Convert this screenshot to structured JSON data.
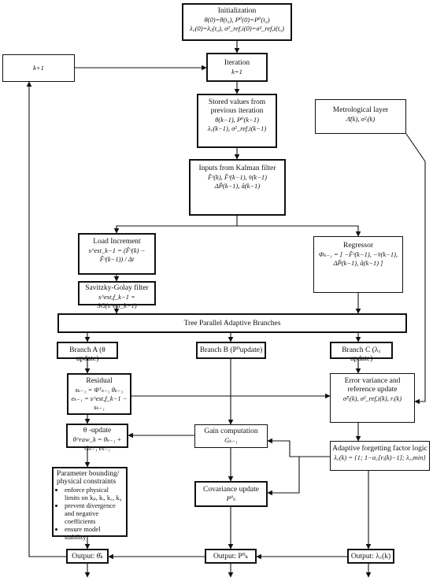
{
  "init": {
    "title": "Initialization",
    "line1": "θ(0)=θ(t₀), P⁰(0)=P⁰(t₀)",
    "line2": "λ꜀(0)=λ꜀(t₀), σ²_ref,i(0)=σ²_ref,i(t₀)"
  },
  "kplus": {
    "label": "k+1"
  },
  "iteration": {
    "title": "Iteration",
    "sub": "k=1"
  },
  "stored": {
    "title": "Stored values from previous iteration",
    "line1": "θ(k−1), P⁰(k−1)",
    "line2": "λ꜀(k−1), σ²_ref,i(k−1)"
  },
  "metro": {
    "title": "Metrological layer",
    "line1": "Λ̄(k), σ²ᵢ(k)"
  },
  "kalman": {
    "title": "Inputs from Kalman filter",
    "line1": "F̂ᶻ(k), F̂ᶻ(k−1), v̂(k−1)",
    "line2": "ΔP̂(k−1), â(k−1)"
  },
  "load": {
    "title": "Load Increment",
    "line1": "s^est_k−1 = (F̂ᶻ(k) − F̂ᶻ(k−1)) / Δt"
  },
  "regressor": {
    "title": "Regressor",
    "line1": "Φₖ₋₁ = [ −F̂ᶻ(k−1), −v̂(k−1), ΔP̂(k−1), â(k−1) ]"
  },
  "sg": {
    "title": "Savitzky-Golay filter",
    "line1": "s^est,f_k−1 = SG(s^est_k−1)"
  },
  "tree": {
    "title": "Tree Parallel Adaptive Branches"
  },
  "branchA": {
    "label": "Branch A (θ update)"
  },
  "branchB": {
    "label": "Branch B (P⁰update)"
  },
  "branchC": {
    "label": "Branch C (λ꜀ update)"
  },
  "residual": {
    "title": "Residual",
    "line1": "sₖ₋₁ = Φᵀₖ₋₁ θₖ₋₁",
    "line2": "eₖ₋₁ = s^est,f_k−1 − sₖ₋₁"
  },
  "errvar": {
    "title": "Error variance and reference update",
    "line1": "σ̂²ᵢ(k), σ²_ref,i(k), rᵢ(k)"
  },
  "theta": {
    "title": "θ -update",
    "line1": "θ^raw_k = θₖ₋₁ + Gₖ₋₁ eₖ₋₁"
  },
  "gain": {
    "title": "Gain computation",
    "line1": "Gₖ₋₁"
  },
  "forget": {
    "title": "Adaptive forgetting factor logic",
    "line1": "λ꜀(k) = {1; 1−α꜀[rᵢ(k)−1]; λ꜀,min}"
  },
  "bound": {
    "title": "Parameter bounding/ physical constraints",
    "bullets": [
      "enforce physical limits on kₚ, kᵢ, k꜀, k₀",
      "prevent divergence and negative coefficients",
      "ensure model stability"
    ]
  },
  "cov": {
    "title": "Covariance update",
    "line1": "P⁰ₖ"
  },
  "outA": {
    "label": "Output: θ̂ₖ"
  },
  "outB": {
    "label": "Output: P⁰ₖ"
  },
  "outC": {
    "label": "Output: λ꜀(k)"
  }
}
